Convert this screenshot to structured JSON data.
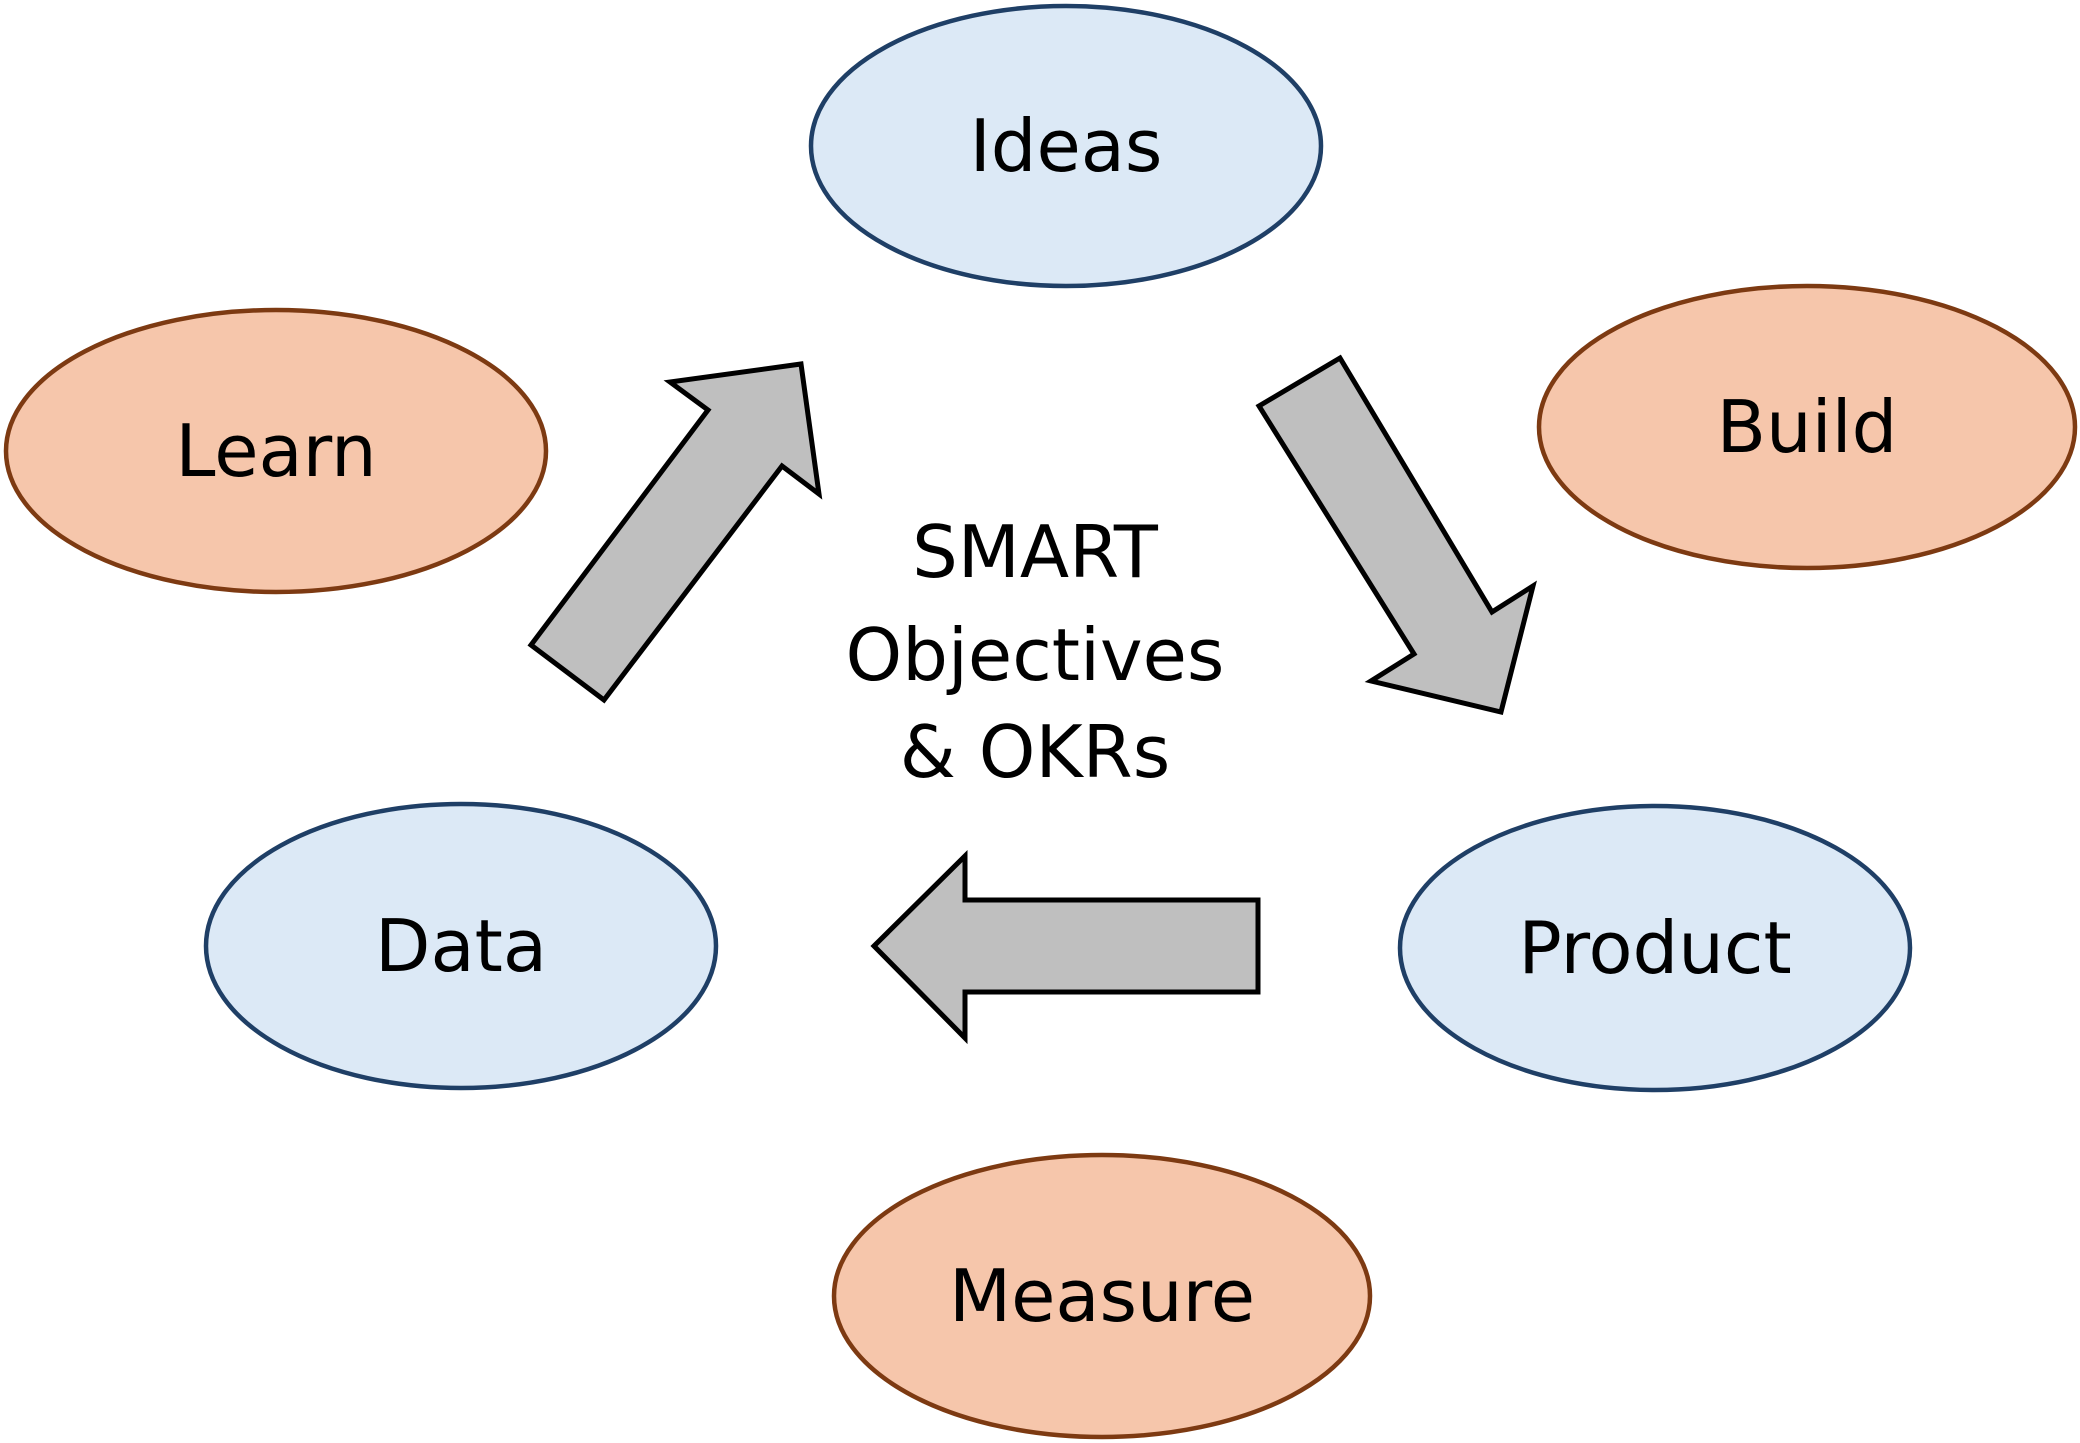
{
  "colors": {
    "blue_fill": "#dce9f6",
    "blue_stroke": "#1f3f66",
    "orange_fill": "#f6c6ab",
    "orange_stroke": "#7d3a12",
    "arrow_fill": "#bfbfbf",
    "arrow_stroke": "#000000"
  },
  "nodes": {
    "ideas": "Ideas",
    "build": "Build",
    "product": "Product",
    "measure": "Measure",
    "data": "Data",
    "learn": "Learn"
  },
  "center": {
    "line1": "SMART",
    "line2": "Objectives",
    "line3": "& OKRs"
  }
}
